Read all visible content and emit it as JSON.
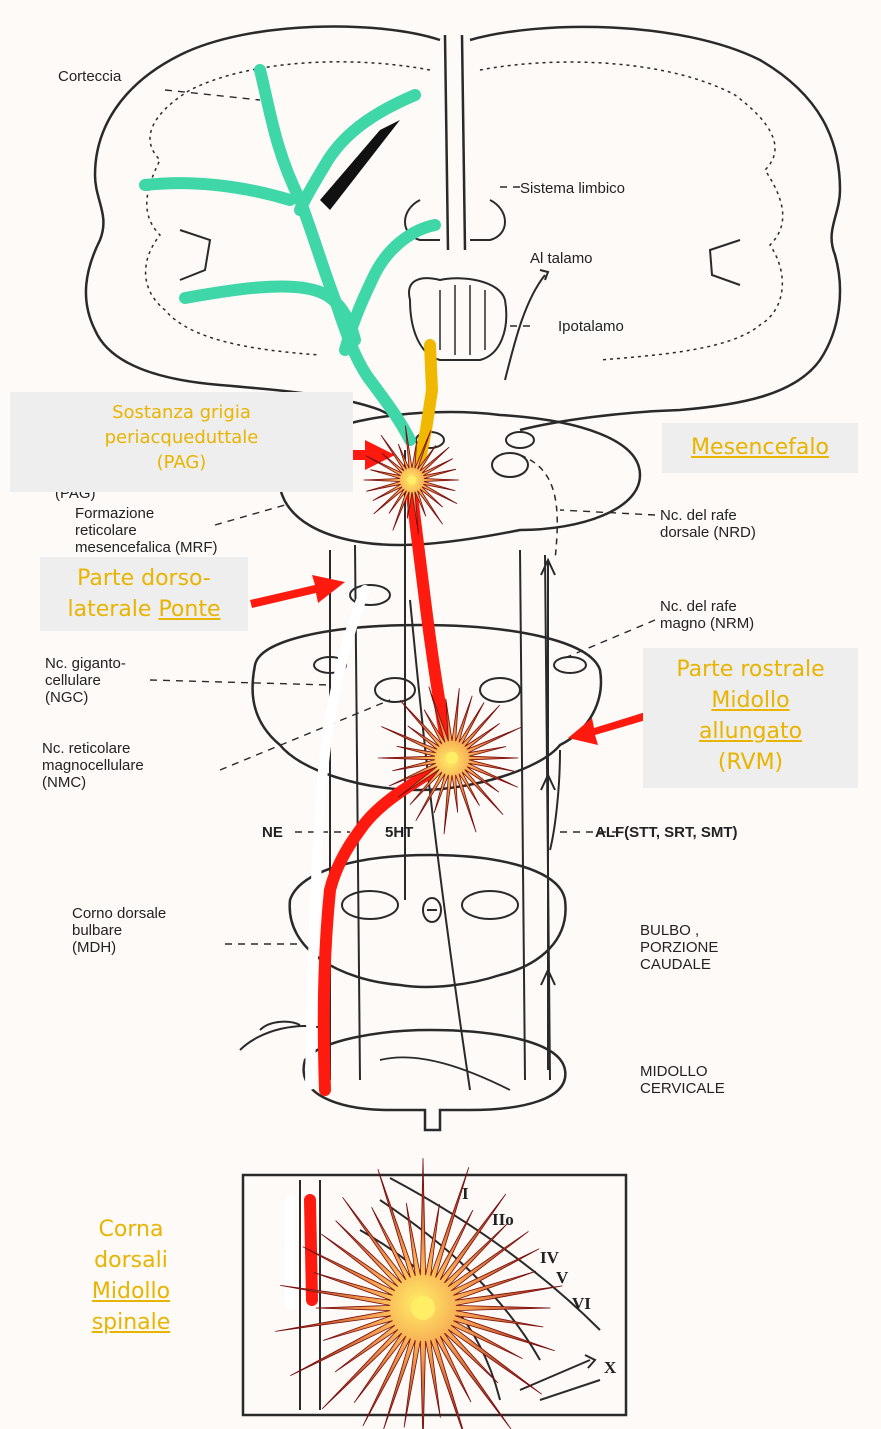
{
  "structure_labels": {
    "corteccia": "Corteccia",
    "sistema_limbico": "Sistema limbico",
    "al_talamo": "Al talamo",
    "ipotalamo": "Ipotalamo",
    "pag_abbrev": "(PAG)",
    "formazione": "Formazione\nreticolare\nmesencefalica (MRF)",
    "nrd": "Nc. del rafe\ndorsale (NRD)",
    "nrm": "Nc. del rafe\nmagno (NRM)",
    "ngc": "Nc. giganto-\ncellulare\n(NGC)",
    "nmc": "Nc. reticolare\nmagnocellulare\n(NMC)",
    "ne": "NE",
    "fivehat": "5HT",
    "alf": "ALF(STT, SRT, SMT)",
    "mdh": "Corno dorsale\nbulbare\n(MDH)",
    "bulbo": "BULBO ,\nPORZIONE\nCAUDALE",
    "midollo_cervicale": "MIDOLLO\nCERVICALE"
  },
  "laminae": [
    "I",
    "IIo",
    "IV",
    "V",
    "VI",
    "X"
  ],
  "callouts": {
    "pag": {
      "line1": "Sostanza grigia",
      "line2": "periacqueduttale",
      "line3": "(PAG)"
    },
    "mesencefalo": {
      "link": "Mesencefalo"
    },
    "ponte": {
      "line1": "Parte dorso-",
      "line2_prefix": "laterale ",
      "link": "Ponte"
    },
    "rvm": {
      "line1": "Parte rostrale",
      "link1": "Midollo",
      "link2": "allungato",
      "line4": "(RVM)"
    },
    "corna": {
      "line1": "Corna",
      "line2": "dorsali",
      "link1": "Midollo",
      "link2": "spinale"
    }
  },
  "colors": {
    "background": "#fdfaf8",
    "drawing": "#2a2a2a",
    "cortical_path": "#3fd6a8",
    "hypothalamic_path": "#f0b800",
    "descending_path": "#ff1a10",
    "white_path": "#ffffff",
    "callout_text": "#e8b400",
    "callout_bg": "#efeeee",
    "burst_outer": "#8a1010",
    "burst_mid": "#f5a050",
    "burst_core": "#ffee66"
  }
}
